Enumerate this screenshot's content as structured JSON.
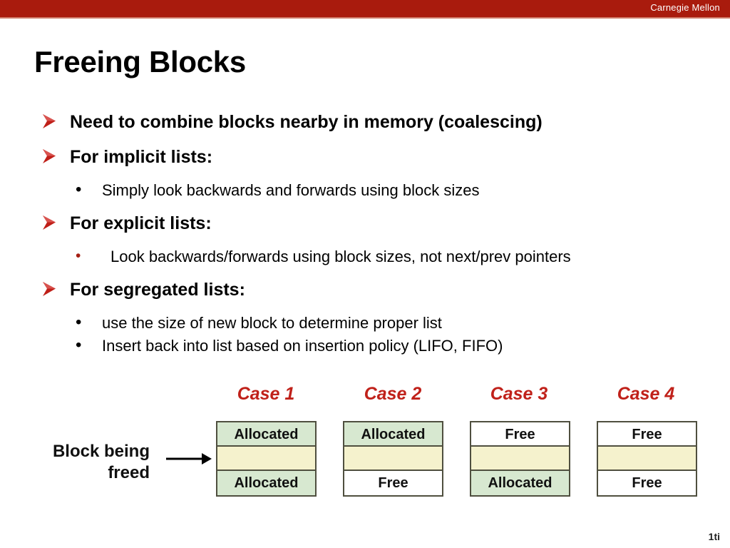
{
  "brand": {
    "name": "Carnegie Mellon",
    "bar_color": "#a91b0d"
  },
  "slide": {
    "title": "Freeing Blocks",
    "page_number": "1ti"
  },
  "bullets": [
    {
      "level": 1,
      "marker": "arrow-bullet-icon",
      "text": "Need to combine blocks nearby in memory (coalescing)"
    },
    {
      "level": 1,
      "marker": "arrow-bullet-icon",
      "text": "For implicit lists:"
    },
    {
      "level": 2,
      "marker": "dot-bullet-icon",
      "text": "Simply look backwards and forwards using block sizes"
    },
    {
      "level": 1,
      "marker": "arrow-bullet-icon",
      "text": "For explicit lists:"
    },
    {
      "level": 2,
      "marker": "dot-bullet-icon",
      "text": "Look backwards/forwards using block sizes, not next/prev pointers"
    },
    {
      "level": 1,
      "marker": "arrow-bullet-icon",
      "text": "For segregated lists:"
    },
    {
      "level": 2,
      "marker": "dot-bullet-icon",
      "text": "use the size of new block to determine proper list"
    },
    {
      "level": 2,
      "marker": "dot-bullet-icon",
      "text": "Insert back into list based on insertion policy (LIFO, FIFO)"
    }
  ],
  "diagram": {
    "source_label_line1": "Block being",
    "source_label_line2": "freed",
    "arrow": "right-arrow-icon",
    "colors": {
      "allocated": "#d7e8d0",
      "free": "#ffffff",
      "block_being_freed": "#f5f2cd",
      "border": "#4f4f3f",
      "case_label": "#c0211a"
    },
    "cases": [
      {
        "label": "Case 1",
        "top": "Allocated",
        "middle": "",
        "bottom": "Allocated"
      },
      {
        "label": "Case 2",
        "top": "Allocated",
        "middle": "",
        "bottom": "Free"
      },
      {
        "label": "Case 3",
        "top": "Free",
        "middle": "",
        "bottom": "Allocated"
      },
      {
        "label": "Case 4",
        "top": "Free",
        "middle": "",
        "bottom": "Free"
      }
    ]
  }
}
